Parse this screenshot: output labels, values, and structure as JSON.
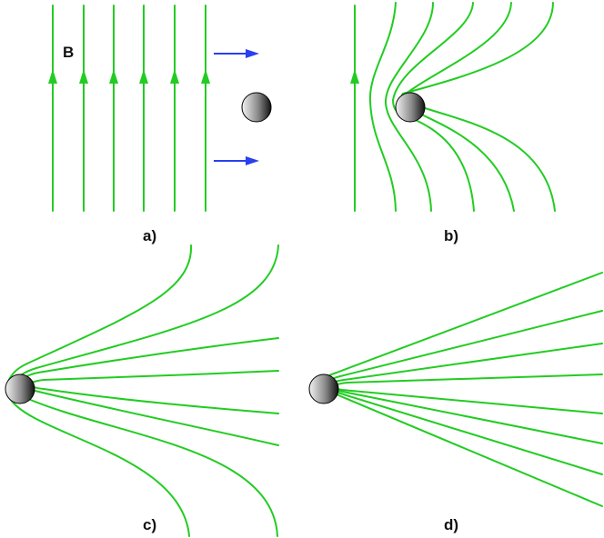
{
  "colors": {
    "field_line": "#22cc22",
    "arrow": "#2a3ff0",
    "body_light": "#f2f2f2",
    "body_dark": "#111111",
    "text": "#111111"
  },
  "labels": {
    "field_symbol": "B",
    "panel_a": "a)",
    "panel_b": "b)",
    "panel_c": "c)",
    "panel_d": "d)"
  },
  "icons": {
    "body": "sphere",
    "flow": "arrow-right"
  }
}
